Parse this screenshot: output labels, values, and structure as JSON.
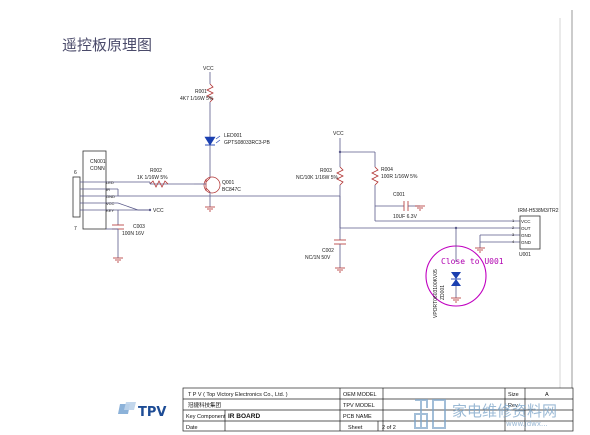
{
  "title": "遥控板原理图",
  "labels": {
    "vcc": "VCC",
    "r001_ref": "R001",
    "r001_val": "4K7 1/16W 5%",
    "led_ref": "LED001",
    "led_val": "GPTS08033RC3-PB",
    "r002_ref": "R002",
    "r002_val": "1K 1/16W 5%",
    "q001_ref": "Q001",
    "q001_val": "BC847C",
    "r003_ref": "R003",
    "r003_val": "NC/10K 1/16W 5%",
    "r004_ref": "R004",
    "r004_val": "100R 1/16W 5%",
    "c001_ref": "C001",
    "c001_val": "10UF 6.3V",
    "c002_ref": "C002",
    "c002_val": "NC/1N 50V",
    "c003_ref": "C003",
    "c003_val": "100N 16V",
    "cn001_ref": "CN001",
    "cn001_val": "CONN",
    "cn_pin_top": "6",
    "cn_pin_bottom": "7",
    "cn_pins": [
      "LED",
      "IR",
      "GND",
      "VCC",
      "KEY"
    ],
    "u001_part": "IRM-H538M3/TR2",
    "u001_ref": "U001",
    "u001_pins": [
      "VCC",
      "OUT",
      "GND",
      "GND"
    ],
    "u001_pin_nums": [
      "1",
      "2",
      "3",
      "4"
    ],
    "zd_ref": "ZD001",
    "zd_val": "VPORT0603100KV05",
    "close_note": "Close to U001"
  },
  "title_block": {
    "company": "T P V  ( Top  Victory  Electronics  Co.,  Ltd. )",
    "company_cn": "冠捷科技集团",
    "key_component_label": "Key Component",
    "date_label": "Date",
    "board": "IR BOARD",
    "oem_model_label": "OEM MODEL",
    "tpv_model_label": "TPV MODEL",
    "pcb_name_label": "PCB NAME",
    "sheet_label": "Sheet",
    "sheet_value": "2 of 2",
    "size_label": "Size",
    "size_value": "A",
    "rev_label": "Rev",
    "logo_text": "TPV"
  },
  "watermark": {
    "cn": "家电维修资料网",
    "url": "www.jdwx..."
  },
  "colors": {
    "wire": "#5a5a8a",
    "component": "#b03030",
    "diode_fill": "#1a3fb0",
    "highlight_circle": "#c000c0",
    "note_text": "#b000b0",
    "watermark": "#7aa3c8"
  }
}
